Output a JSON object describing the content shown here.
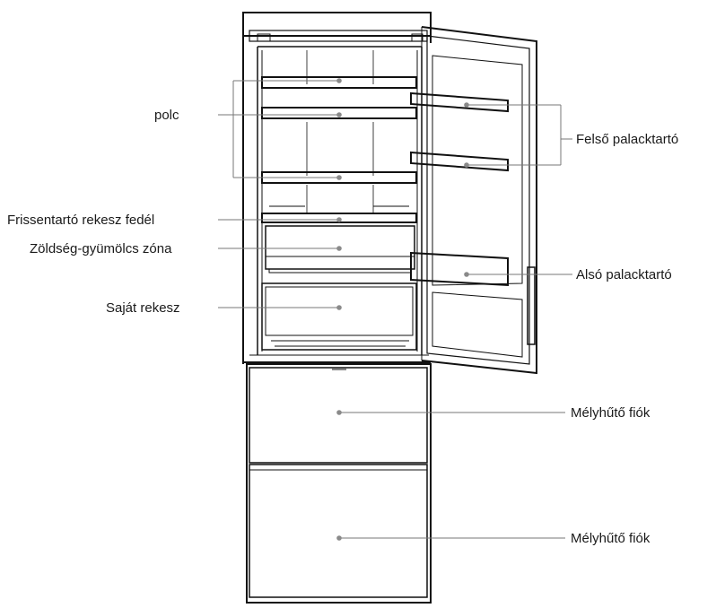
{
  "callouts": {
    "shelf": "polc",
    "upper_bottle_rack": "Felső palacktartó",
    "crisper_cover": "Frissentartó rekesz fedél",
    "vegetable_fruit_zone": "Zöldség-gyümölcs zóna",
    "lower_bottle_rack": "Alsó palacktartó",
    "own_compartment": "Saját rekesz",
    "freezer_drawer_1": "Mélyhűtő fiók",
    "freezer_drawer_2": "Mélyhűtő fiók"
  }
}
